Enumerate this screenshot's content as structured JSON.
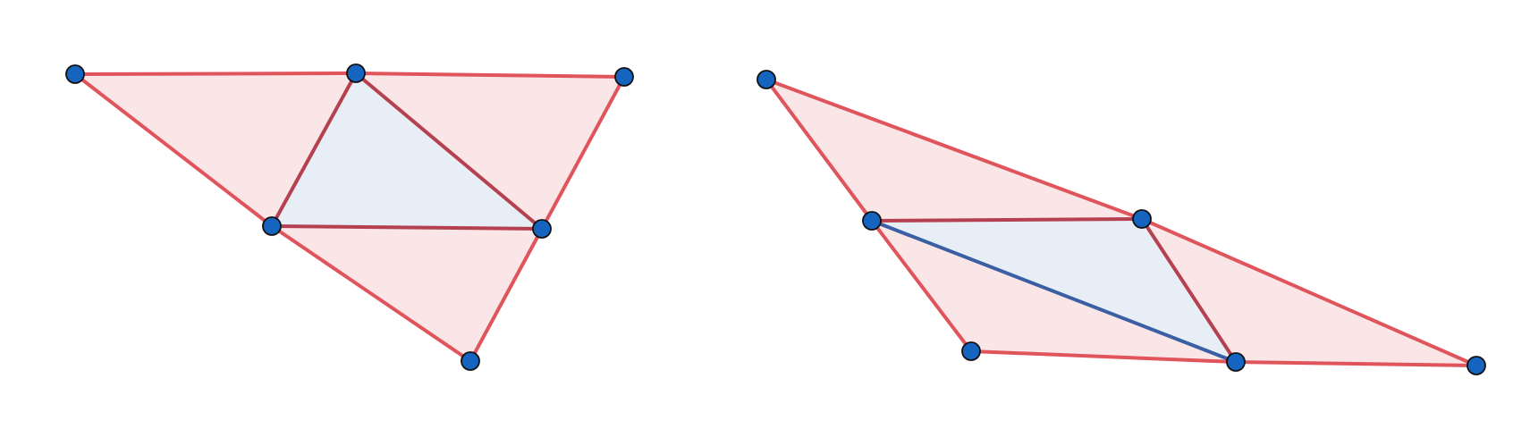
{
  "figure": {
    "background_color": "#ffffff",
    "colors": {
      "outer_edge": "#e0545c",
      "inner_edge": "#b5404f",
      "diagonal": "#3a5fa5",
      "outer_fill": "#fbe6e7",
      "inner_fill": "#e8eef6",
      "vertex_fill": "#1565c0",
      "vertex_stroke": "#111111"
    },
    "panels": [
      {
        "id": "left",
        "description_shape": "triangle subdivided into four triangles by its medial triangle",
        "vertex_count": 6,
        "regions": [
          {
            "name": "outer-top-left",
            "role": "outer"
          },
          {
            "name": "outer-top-right",
            "role": "outer"
          },
          {
            "name": "outer-bottom",
            "role": "outer"
          },
          {
            "name": "inner-medial",
            "role": "inner"
          }
        ]
      },
      {
        "id": "right",
        "description_shape": "quadrilateral subdivided by a parallelogram with a diagonal",
        "vertex_count": 6,
        "regions": [
          {
            "name": "outer-top",
            "role": "outer"
          },
          {
            "name": "outer-left-bottom",
            "role": "outer"
          },
          {
            "name": "outer-right",
            "role": "outer"
          },
          {
            "name": "inner-parallelogram",
            "role": "inner"
          }
        ]
      }
    ]
  }
}
